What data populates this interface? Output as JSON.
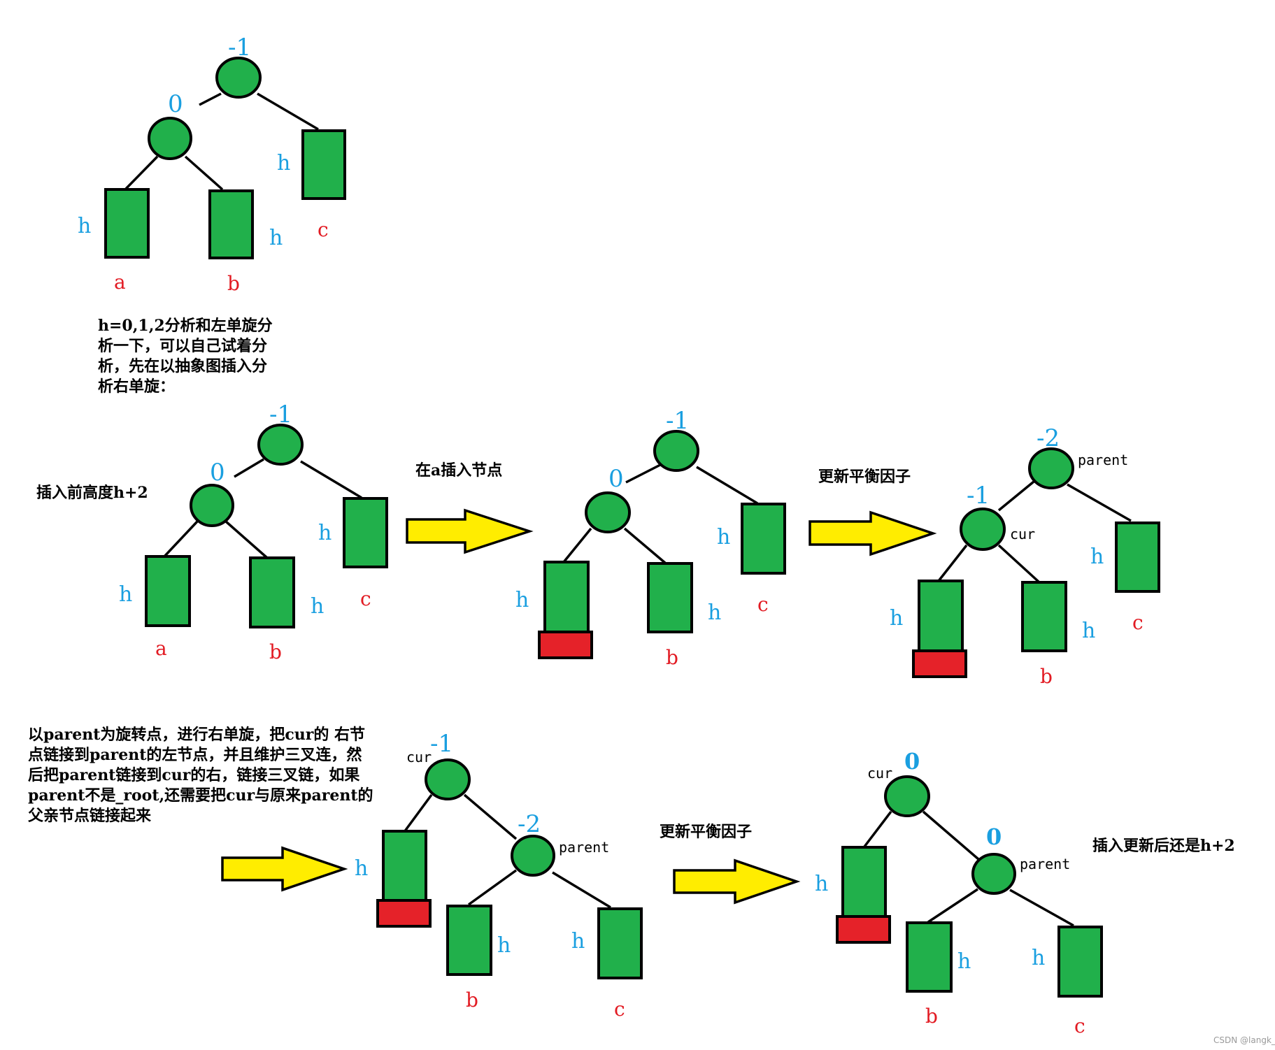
{
  "colors": {
    "node": "#21b04b",
    "new_node": "#e52229",
    "arrow": "#ffed00",
    "balance_label": "#1a9fe0",
    "subtree_label": "#e21b23"
  },
  "height_label": "h",
  "notes": {
    "intro": "h=0,1,2分析和左单旋分\n析一下，可以自己试着分\n析，先在以抽象图插入分\n析右单旋：",
    "before_height": "插入前高度h+2",
    "step_insert": "在a插入节点",
    "step_update_1": "更新平衡因子",
    "rotation": "以parent为旋转点，进行右单旋，把cur的 右节\n点链接到parent的左节点，并且维护三叉连，然\n后把parent链接到cur的右，链接三叉链，如果\nparent不是_root,还需要把cur与原来parent的\n父亲节点链接起来",
    "step_update_2": "更新平衡因子",
    "after_height": "插入更新后还是h+2"
  },
  "watermark": "CSDN @langk_",
  "diagrams": {
    "top": {
      "root_bf": "-1",
      "left_bf": "0",
      "sub_a": "a",
      "sub_b": "b",
      "sub_c": "c"
    },
    "before": {
      "root_bf": "-1",
      "left_bf": "0",
      "sub_a": "a",
      "sub_b": "b",
      "sub_c": "c"
    },
    "inserted": {
      "root_bf": "-1",
      "left_bf": "0",
      "sub_b": "b",
      "sub_c": "c"
    },
    "updated": {
      "root_bf": "-2",
      "left_bf": "-1",
      "root_role": "parent",
      "left_role": "cur",
      "sub_b": "b",
      "sub_c": "c"
    },
    "rotated": {
      "root_bf": "-1",
      "right_bf": "-2",
      "root_role": "cur",
      "right_role": "parent",
      "sub_b": "b",
      "sub_c": "c"
    },
    "final": {
      "root_bf": "0",
      "right_bf": "0",
      "root_role": "cur",
      "right_role": "parent",
      "sub_b": "b",
      "sub_c": "c"
    }
  }
}
